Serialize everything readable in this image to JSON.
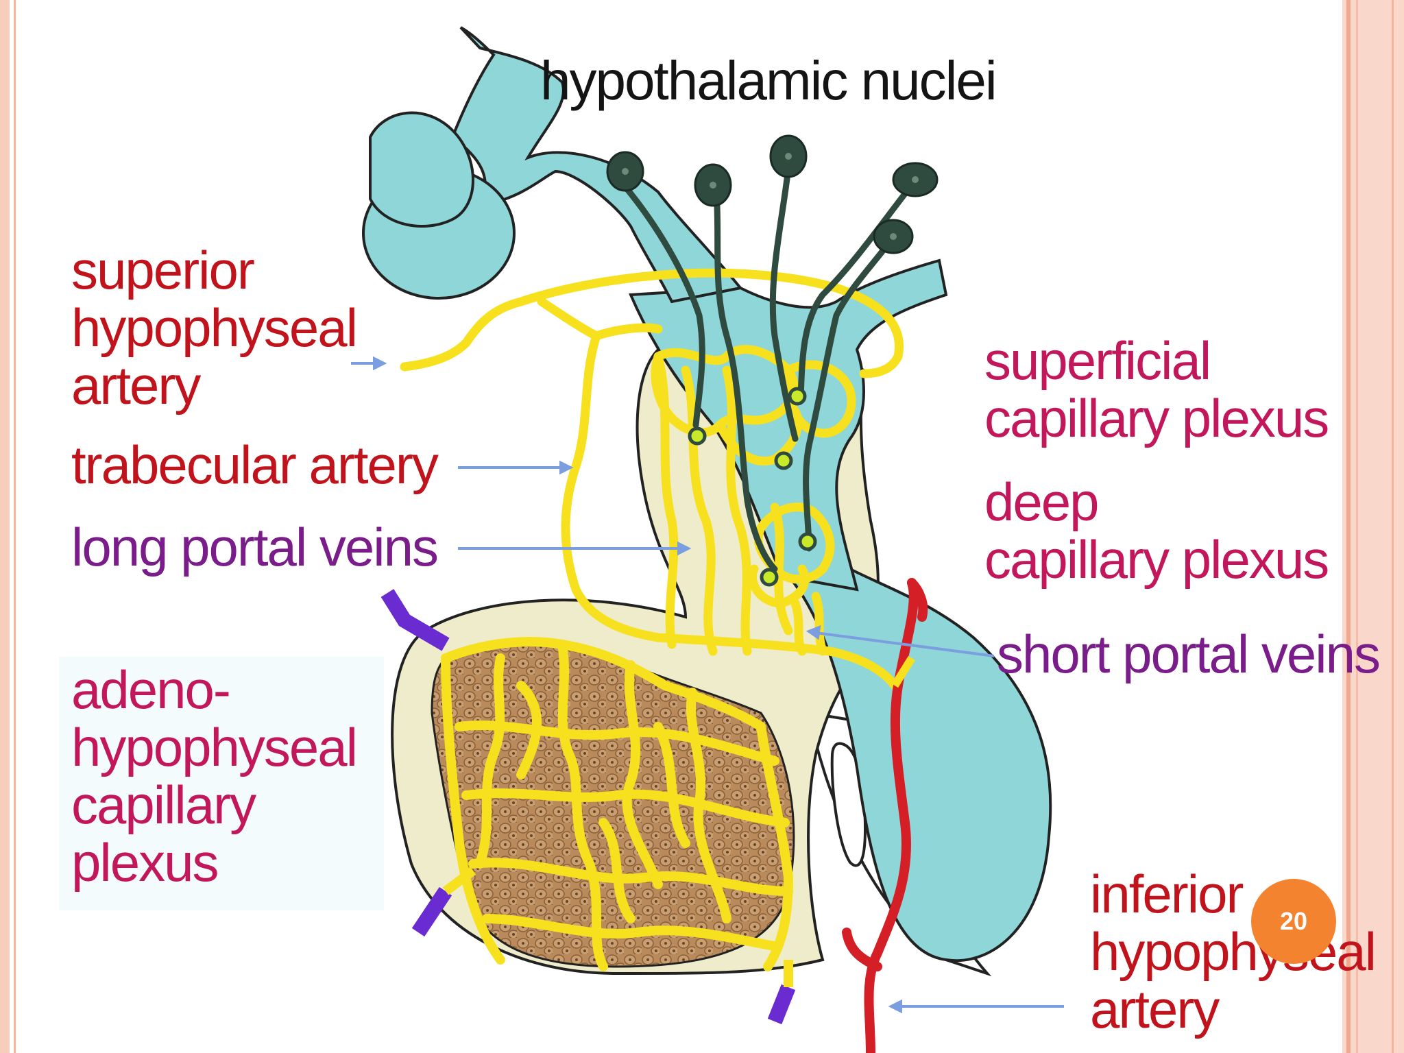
{
  "title": "hypothalamic nuclei",
  "labels": {
    "superior": "superior\nhypophyseal\nartery",
    "trabecular": "trabecular artery",
    "long_portal": "long portal veins",
    "adeno": "adeno-\nhypophyseal\ncapillary\nplexus",
    "superficial": "superficial\ncapillary plexus",
    "deep": "deep\ncapillary plexus",
    "short_portal": "short portal veins",
    "inferior": "inferior\nhypophyseal\nartery"
  },
  "slide_number": "20",
  "colors": {
    "vessel_yellow": "#f7e11e",
    "neuro_blue": "#8fd6d8",
    "gland_cream": "#efeccb",
    "neuron_dark": "#2f4a3f",
    "artery_red": "#d41f26",
    "vein_purple": "#6a2bd0",
    "tissue_brown": "#b98b5c",
    "arrow_blue": "#7b9ee0",
    "badge_orange": "#f48330"
  }
}
